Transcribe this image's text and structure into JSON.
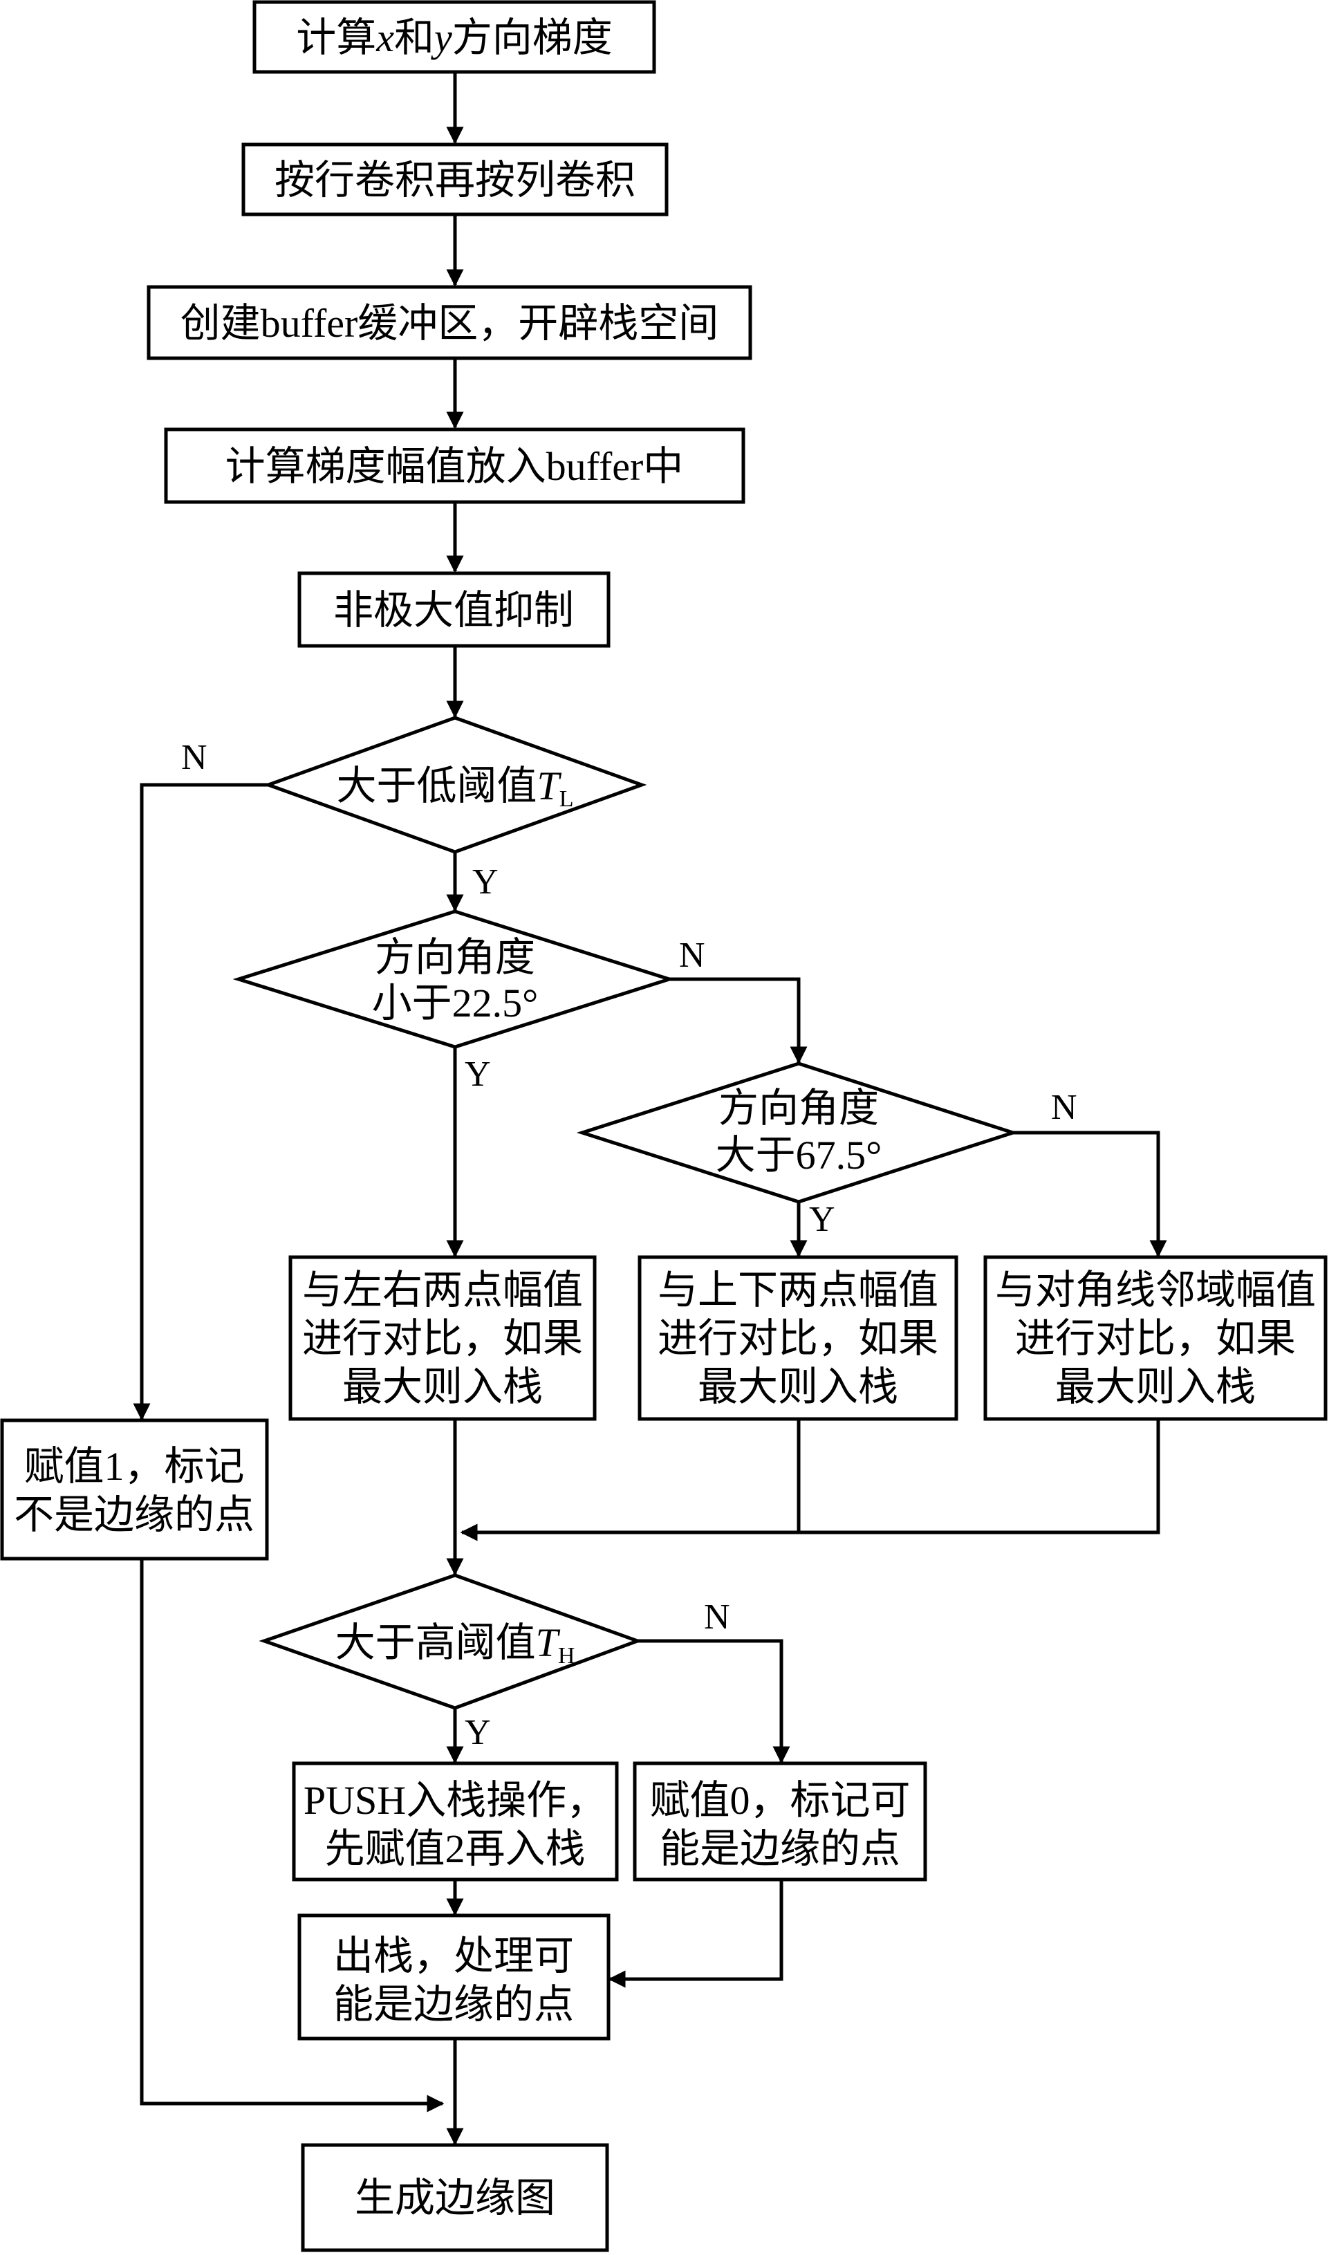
{
  "flowchart": {
    "compute_gradient": {
      "prefix": "计算",
      "x": "x",
      "mid": "和",
      "y": "y",
      "suffix": "方向梯度"
    },
    "row_then_col_conv": "按行卷积再按列卷积",
    "create_buffer": "创建buffer缓冲区，开辟栈空间",
    "gradient_magnitude": "计算梯度幅值放入buffer中",
    "nms": "非极大值抑制",
    "low_threshold": {
      "label": "大于低阈值",
      "symbol": "T",
      "subscript": "L"
    },
    "angle_lt": {
      "line1": "方向角度",
      "line2": "小于22.5°"
    },
    "angle_gt": {
      "line1": "方向角度",
      "line2": "大于67.5°"
    },
    "compare_lr": {
      "line1": "与左右两点幅值",
      "line2": "进行对比，如果",
      "line3": "最大则入栈"
    },
    "compare_ud": {
      "line1": "与上下两点幅值",
      "line2": "进行对比，如果",
      "line3": "最大则入栈"
    },
    "compare_diag": {
      "line1": "与对角线邻域幅值",
      "line2": "进行对比，如果",
      "line3": "最大则入栈"
    },
    "assign_one": {
      "line1": "赋值1，标记",
      "line2": "不是边缘的点"
    },
    "high_threshold": {
      "label": "大于高阈值",
      "symbol": "T",
      "subscript": "H"
    },
    "push_stack": {
      "line1": "PUSH入栈操作，",
      "line2": "先赋值2再入栈"
    },
    "assign_zero": {
      "line1": "赋值0，标记可",
      "line2": "能是边缘的点"
    },
    "pop_stack": {
      "line1": "出栈，处理可",
      "line2": "能是边缘的点"
    },
    "edge_map": "生成边缘图",
    "labels": {
      "yes": "Y",
      "no": "N"
    }
  }
}
